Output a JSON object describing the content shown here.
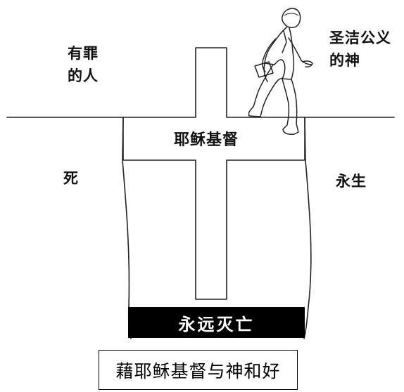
{
  "labels": {
    "sinful_people": [
      "有罪",
      "的人"
    ],
    "holy_god": [
      "圣洁公义",
      "的神"
    ],
    "death": "死",
    "eternal_life": "永生",
    "jesus_christ": "耶稣基督",
    "eternal_destruction": "永远灭亡"
  },
  "caption": "藉耶稣基督与神和好",
  "colors": {
    "ink": "#111111",
    "background": "#ffffff",
    "destruction_box": "#000000",
    "destruction_text": "#ffffff"
  }
}
